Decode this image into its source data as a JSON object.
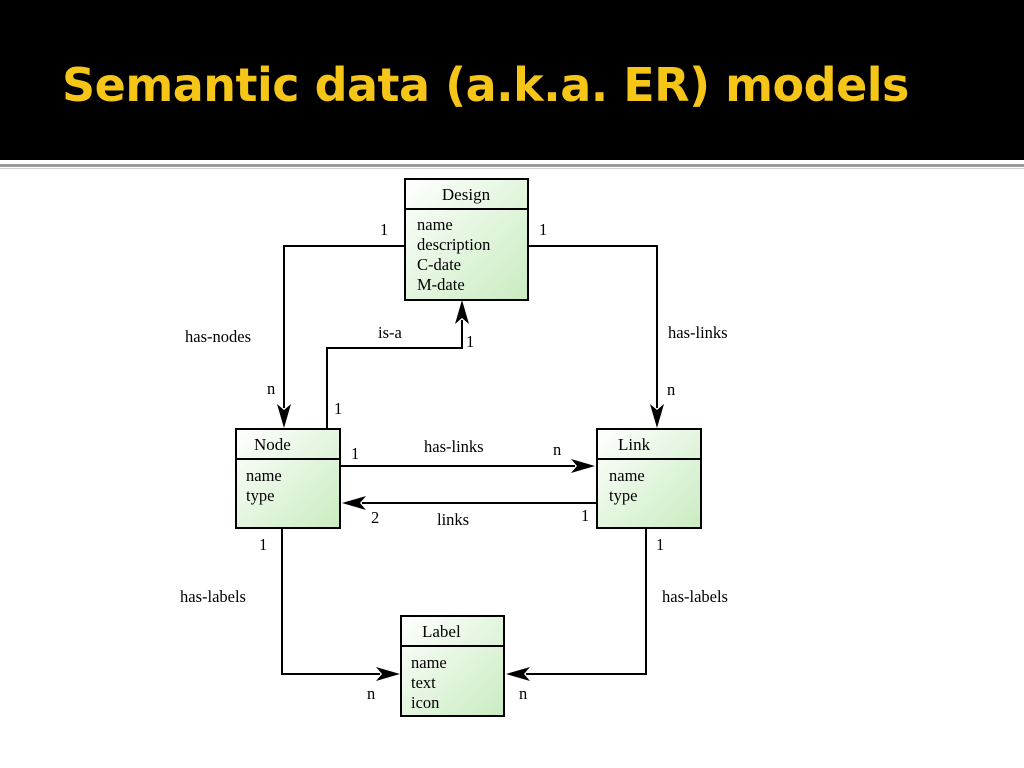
{
  "slide": {
    "title": "Semantic data (a.k.a. ER) models",
    "colors": {
      "title_bar": "#000000",
      "title_text": "#f5c518",
      "entity_fill": "#d8f0d0"
    }
  },
  "entities": {
    "design": {
      "name": "Design",
      "attributes": [
        "name",
        "description",
        "C-date",
        "M-date"
      ]
    },
    "node": {
      "name": "Node",
      "attributes": [
        "name",
        "type"
      ]
    },
    "link": {
      "name": "Link",
      "attributes": [
        "name",
        "type"
      ]
    },
    "label": {
      "name": "Label",
      "attributes": [
        "name",
        "text",
        "icon"
      ]
    }
  },
  "relationships": {
    "design_has_nodes": {
      "label": "has-nodes",
      "from_card": "1",
      "to_card": "n"
    },
    "design_has_links": {
      "label": "has-links",
      "from_card": "1",
      "to_card": "n"
    },
    "node_is_a_design": {
      "label": "is-a",
      "from_card": "1",
      "to_card": "1"
    },
    "node_has_links": {
      "label": "has-links",
      "from_card": "1",
      "to_card": "n"
    },
    "link_links_node": {
      "label": "links",
      "from_card": "1",
      "to_card": "2"
    },
    "node_has_labels": {
      "label": "has-labels",
      "from_card": "1",
      "to_card": "n"
    },
    "link_has_labels": {
      "label": "has-labels",
      "from_card": "1",
      "to_card": "n"
    }
  }
}
